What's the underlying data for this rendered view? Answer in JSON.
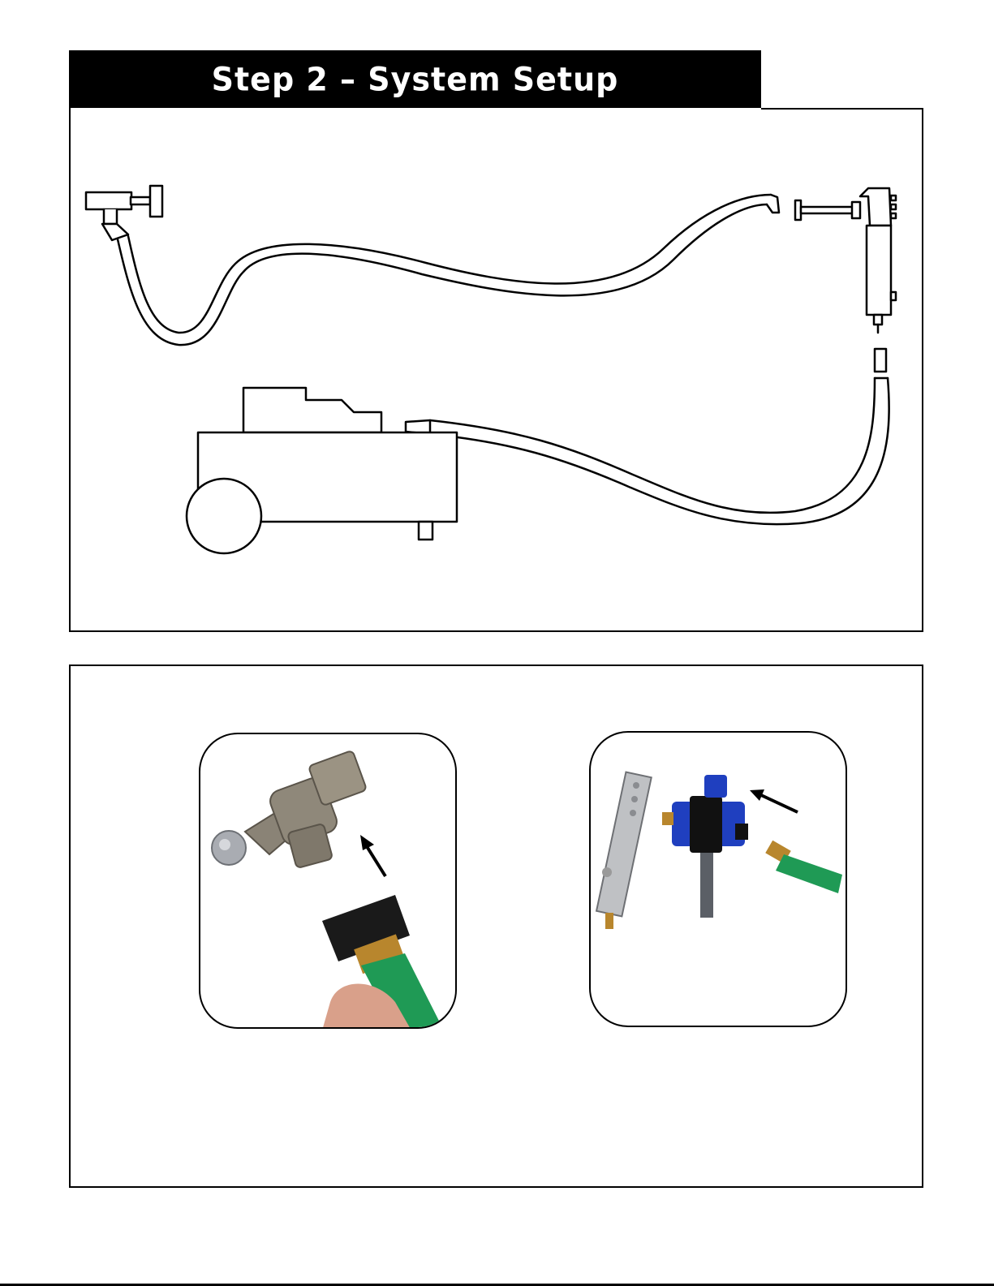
{
  "header": {
    "title": "Step 2 – System Setup"
  },
  "colors": {
    "title_bg": "#000000",
    "title_text": "#ffffff",
    "hose_green": "#1f9a55",
    "brass": "#b8862d",
    "probe_blue": "#1f3fbf",
    "steel": "#9a9a9a"
  },
  "diagram": {
    "components": [
      "spigot-icon",
      "water-hose",
      "probe-tool-icon",
      "air-hose",
      "air-compressor-icon"
    ]
  },
  "photos": [
    {
      "subject": "hose-to-spigot",
      "arrow": "arrow-up-left-icon"
    },
    {
      "subject": "hose-to-probe",
      "arrow": "arrow-left-icon"
    }
  ]
}
